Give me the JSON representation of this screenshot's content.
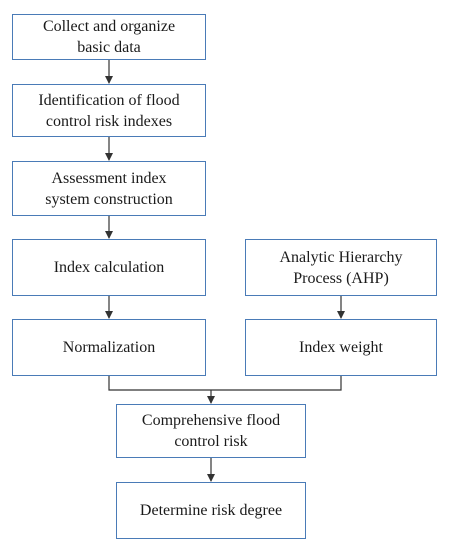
{
  "diagram": {
    "nodes": {
      "collect": "Collect and organize\nbasic data",
      "identification": "Identification of flood\ncontrol risk indexes",
      "assessment": "Assessment index\nsystem construction",
      "index_calculation": "Index calculation",
      "ahp": "Analytic Hierarchy\nProcess (AHP)",
      "normalization": "Normalization",
      "index_weight": "Index weight",
      "comprehensive": "Comprehensive flood\ncontrol risk",
      "determine": "Determine risk degree"
    },
    "edges": [
      [
        "collect",
        "identification"
      ],
      [
        "identification",
        "assessment"
      ],
      [
        "assessment",
        "index_calculation"
      ],
      [
        "index_calculation",
        "normalization"
      ],
      [
        "ahp",
        "index_weight"
      ],
      [
        "normalization",
        "comprehensive"
      ],
      [
        "index_weight",
        "comprehensive"
      ],
      [
        "comprehensive",
        "determine"
      ]
    ],
    "colors": {
      "box_border": "#4a7bb7",
      "connector": "#333333"
    }
  }
}
